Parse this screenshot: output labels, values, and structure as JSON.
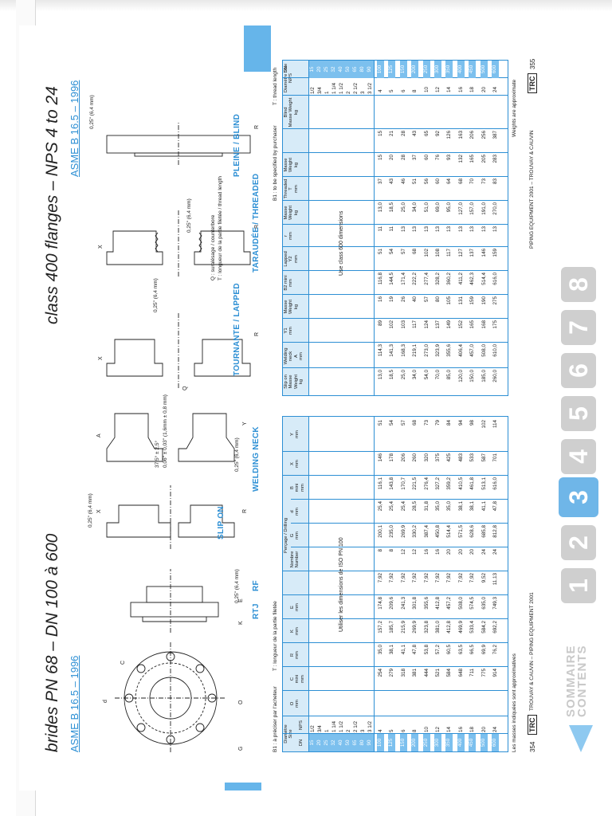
{
  "left_page": {
    "title": "brides PN 68 – DN 100 à 600",
    "standard": "ASME B 16.5 – 1996",
    "note_b1": "B1 : à préciser par l'acheteur",
    "note_t": "T : longueur de la partie filetée",
    "labels": {
      "rtj": "RTJ",
      "rf": "RF",
      "slip_on": "SLIP ON",
      "welding_neck": "WELDING NECK"
    },
    "dims": {
      "rf_face": "0,25\" (6,4 mm)",
      "slip_face": "0,25\" (6,4 mm)",
      "bevel": "37,5° ± 2,5°",
      "root": "0,06\" ± 0,03\" (1,6mm ± 0,8 mm)",
      "wn_face": "0,25\" (6,4 mm)"
    },
    "center_note": "Utiliser les dimensions de ISO PN 100",
    "footnote": "Les masses indiquées sont approximatives",
    "footer": {
      "page": "354",
      "brand": "TRC",
      "text": "TROUVAY & CAUVIN – PIPING EQUIPMENT 2001"
    }
  },
  "right_page": {
    "title": "class 400 flanges – NPS 4 to 24",
    "standard": "ASME B 16.5 – 1996",
    "note_b1": "B1 : to be specified by purchaser",
    "note_t": "T : thread length",
    "note_q": "Q : suralésage / counterbore",
    "note_t2": "T : longueur de la partie filetée / thread length",
    "labels": {
      "lapped": "TOURNANTE / LAPPED",
      "blind": "PLEINE / BLIND",
      "threaded": "TARAUDÉE / THREADED"
    },
    "dims": {
      "lap_face": "0,25\" (6,4 mm)",
      "blind_face": "0,25\" (6,4 mm)",
      "thr_face": "0,25\" (6,4 mm)"
    },
    "center_note": "Use class 600 dimensions",
    "footnote": "Weights are approximate",
    "footer": {
      "page": "355",
      "brand": "TRC",
      "text": "PIPING EQUIPMENT 2001 – TROUVAY & CAUVIN"
    }
  },
  "headers_left": [
    {
      "l1": "Diamètre",
      "l2": "Size",
      "l3": ""
    },
    {
      "l1": "DN",
      "l2": "",
      "l3": ""
    },
    {
      "l1": "NPS",
      "l2": "",
      "l3": ""
    },
    {
      "l1": "O",
      "l2": "",
      "l3": "mm"
    },
    {
      "l1": "C",
      "l2": "mini",
      "l3": "mm"
    },
    {
      "l1": "R",
      "l2": "",
      "l3": "mm"
    },
    {
      "l1": "K",
      "l2": "",
      "l3": "mm"
    },
    {
      "l1": "E",
      "l2": "",
      "l3": "mm"
    },
    {
      "l1": "Perçage / Drilling",
      "l2": "",
      "l3": ""
    },
    {
      "l1": "Nombre",
      "l2": "Number",
      "l3": ""
    },
    {
      "l1": "G",
      "l2": "mm",
      "l3": ""
    },
    {
      "l1": "d",
      "l2": "",
      "l3": "mm"
    },
    {
      "l1": "B",
      "l2": "mini",
      "l3": "mm"
    },
    {
      "l1": "X",
      "l2": "",
      "l3": "mm"
    },
    {
      "l1": "Y",
      "l2": "",
      "l3": "mm"
    }
  ],
  "headers_right": [
    {
      "l1": "Slip on",
      "l2": "Masse Weight",
      "l3": "kg"
    },
    {
      "l1": "Welding neck",
      "l2": "A",
      "l3": "mm"
    },
    {
      "l1": "",
      "l2": "Y1",
      "l3": "mm"
    },
    {
      "l1": "",
      "l2": "Masse Weight",
      "l3": "kg"
    },
    {
      "l1": "",
      "l2": "B2 mini",
      "l3": "mm"
    },
    {
      "l1": "Lapped",
      "l2": "Y2",
      "l3": "mm"
    },
    {
      "l1": "",
      "l2": "r",
      "l3": "mm"
    },
    {
      "l1": "",
      "l2": "Masse Weight",
      "l3": "kg"
    },
    {
      "l1": "Threaded",
      "l2": "T",
      "l3": "mm"
    },
    {
      "l1": "",
      "l2": "Masse Weight",
      "l3": "kg"
    },
    {
      "l1": "Blind",
      "l2": "Masse Weight",
      "l3": "kg"
    },
    {
      "l1": "Diamètre Size",
      "l2": "NPS",
      "l3": ""
    },
    {
      "l1": "",
      "l2": "DN",
      "l3": ""
    }
  ],
  "small_rows": [
    {
      "dn": "15",
      "nps": "1/2"
    },
    {
      "dn": "20",
      "nps": "3/4"
    },
    {
      "dn": "25",
      "nps": "1"
    },
    {
      "dn": "32",
      "nps": "1 1/4"
    },
    {
      "dn": "40",
      "nps": "1 1/2"
    },
    {
      "dn": "50",
      "nps": "2"
    },
    {
      "dn": "65",
      "nps": "2 1/2"
    },
    {
      "dn": "80",
      "nps": "3"
    },
    {
      "dn": "90",
      "nps": "3 1/2"
    }
  ],
  "rows_left": [
    {
      "dn": "100",
      "nps": "4",
      "v": [
        "254",
        "35,0",
        "157,2",
        "174,8",
        "7,92",
        "8",
        "200,1",
        "25,4",
        "116,1",
        "146",
        "51"
      ]
    },
    {
      "dn": "125",
      "nps": "5",
      "v": [
        "279",
        "38,1",
        "185,7",
        "209,6",
        "7,92",
        "8",
        "235,0",
        "25,4",
        "143,8",
        "178",
        "54"
      ]
    },
    {
      "dn": "150",
      "nps": "6",
      "v": [
        "318",
        "41,1",
        "215,9",
        "241,3",
        "7,92",
        "12",
        "269,9",
        "25,4",
        "170,7",
        "206",
        "57"
      ]
    },
    {
      "dn": "200",
      "nps": "8",
      "v": [
        "381",
        "47,8",
        "269,9",
        "301,8",
        "7,92",
        "12",
        "330,2",
        "28,5",
        "221,5",
        "260",
        "68"
      ]
    },
    {
      "dn": "250",
      "nps": "10",
      "v": [
        "444",
        "53,8",
        "323,8",
        "355,6",
        "7,92",
        "16",
        "387,4",
        "31,8",
        "276,4",
        "320",
        "73"
      ]
    },
    {
      "dn": "300",
      "nps": "12",
      "v": [
        "521",
        "57,2",
        "381,0",
        "412,8",
        "7,92",
        "16",
        "450,8",
        "35,0",
        "327,2",
        "375",
        "79"
      ]
    },
    {
      "dn": "350",
      "nps": "14",
      "v": [
        "584",
        "60,5",
        "412,8",
        "457,2",
        "7,92",
        "20",
        "514,4",
        "35,0",
        "359,2",
        "425",
        "84"
      ]
    },
    {
      "dn": "400",
      "nps": "16",
      "v": [
        "648",
        "63,5",
        "469,9",
        "508,0",
        "7,92",
        "20",
        "571,5",
        "38,1",
        "410,5",
        "483",
        "94"
      ]
    },
    {
      "dn": "450",
      "nps": "18",
      "v": [
        "711",
        "66,5",
        "533,4",
        "574,5",
        "7,92",
        "20",
        "628,6",
        "38,1",
        "461,8",
        "533",
        "98"
      ]
    },
    {
      "dn": "500",
      "nps": "20",
      "v": [
        "775",
        "69,9",
        "584,2",
        "635,0",
        "9,52",
        "24",
        "685,8",
        "41,1",
        "513,1",
        "587",
        "102"
      ]
    },
    {
      "dn": "600",
      "nps": "24",
      "v": [
        "914",
        "76,2",
        "692,2",
        "749,3",
        "11,13",
        "24",
        "812,8",
        "47,8",
        "616,0",
        "701",
        "114"
      ]
    }
  ],
  "rows_right": [
    {
      "v": [
        "13,0",
        "114,3",
        "89",
        "16",
        "116,8",
        "51",
        "11",
        "13,0",
        "37",
        "15",
        "15"
      ],
      "nps": "4",
      "dn": "100"
    },
    {
      "v": [
        "18,5",
        "141,3",
        "102",
        "19",
        "144,5",
        "54",
        "11",
        "18,5",
        "43",
        "20",
        "21"
      ],
      "nps": "5",
      "dn": "125"
    },
    {
      "v": [
        "25,0",
        "168,3",
        "103",
        "26",
        "171,4",
        "57",
        "13",
        "25,0",
        "46",
        "28",
        "28"
      ],
      "nps": "6",
      "dn": "150"
    },
    {
      "v": [
        "34,0",
        "219,1",
        "117",
        "40",
        "222,2",
        "68",
        "13",
        "34,0",
        "51",
        "37",
        "43"
      ],
      "nps": "8",
      "dn": "200"
    },
    {
      "v": [
        "54,0",
        "273,0",
        "124",
        "57",
        "277,4",
        "102",
        "13",
        "51,0",
        "56",
        "60",
        "65"
      ],
      "nps": "10",
      "dn": "250"
    },
    {
      "v": [
        "70,0",
        "323,9",
        "137",
        "80",
        "328,2",
        "108",
        "13",
        "69,0",
        "60",
        "76",
        "92"
      ],
      "nps": "12",
      "dn": "300"
    },
    {
      "v": [
        "85,0",
        "355,6",
        "149",
        "105",
        "360,2",
        "117",
        "13",
        "95,0",
        "64",
        "93",
        "126"
      ],
      "nps": "14",
      "dn": "350"
    },
    {
      "v": [
        "120,0",
        "406,4",
        "152",
        "131",
        "411,2",
        "127",
        "13",
        "127,0",
        "68",
        "132",
        "163"
      ],
      "nps": "16",
      "dn": "400"
    },
    {
      "v": [
        "150,0",
        "457,0",
        "165",
        "159",
        "462,3",
        "137",
        "13",
        "157,0",
        "70",
        "165",
        "206"
      ],
      "nps": "18",
      "dn": "450"
    },
    {
      "v": [
        "185,0",
        "508,0",
        "168",
        "190",
        "514,4",
        "146",
        "13",
        "191,0",
        "73",
        "205",
        "256"
      ],
      "nps": "20",
      "dn": "500"
    },
    {
      "v": [
        "260,0",
        "610,0",
        "175",
        "275",
        "616,0",
        "159",
        "13",
        "270,0",
        "83",
        "283",
        "387"
      ],
      "nps": "24",
      "dn": "600"
    }
  ],
  "nav": {
    "numbers": [
      "1",
      "2",
      "3",
      "4",
      "5",
      "6",
      "7",
      "8"
    ],
    "active": "3",
    "sommaire": "SOMMAIRE",
    "contents": "CONTENTS"
  },
  "colors": {
    "accent": "#2d8fd4",
    "header_fill": "#d7ebf8",
    "dn_fill": "#7cc0ee",
    "nav_active": "#6fb6e8",
    "nav_inactive": "#cfcfcf"
  }
}
